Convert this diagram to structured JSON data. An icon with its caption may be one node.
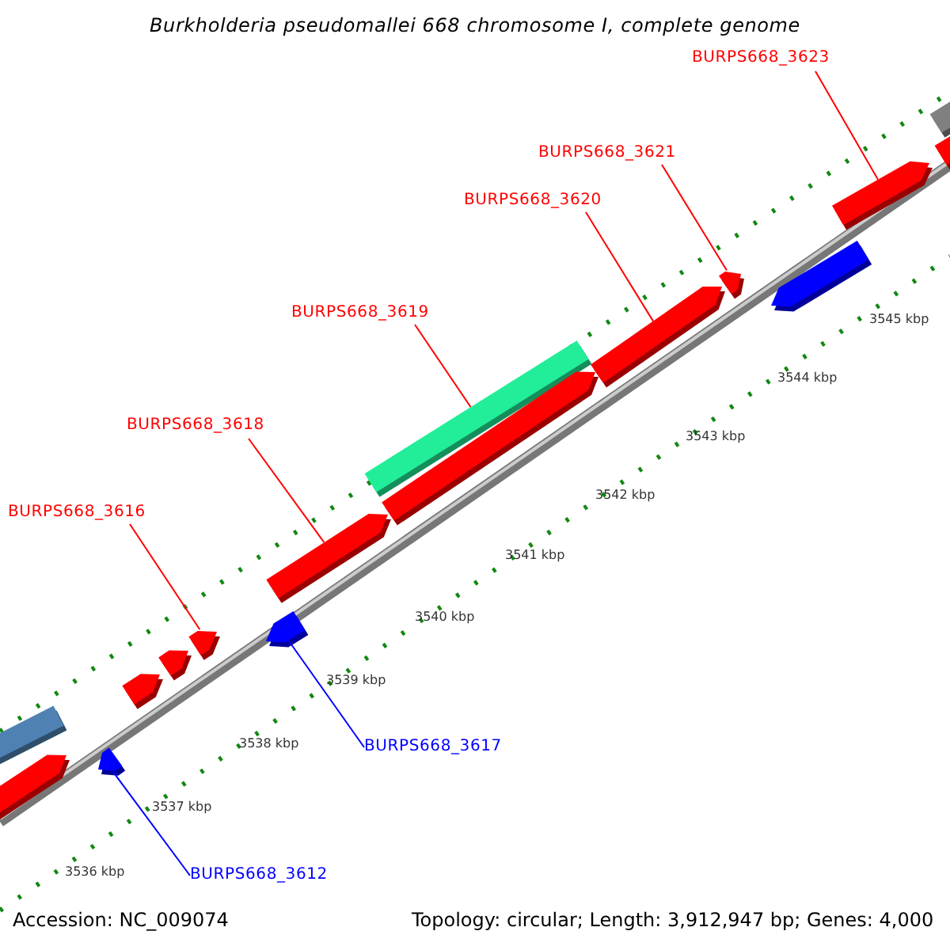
{
  "diagram": {
    "title": "Burkholderia pseudomallei 668 chromosome I, complete genome",
    "nodes": [
      {
        "text": [
          "BURPS668_3623"
        ]
      },
      {
        "text": [
          "BURPS668_3621"
        ]
      },
      {
        "text": [
          "BURPS668_3620"
        ]
      },
      {
        "text": [
          "BURPS668_3619"
        ]
      },
      {
        "text": [
          "BURPS668_3618"
        ]
      },
      {
        "text": [
          "BURPS668_3616"
        ]
      },
      {
        "text": [
          "BURPS668_3617"
        ]
      },
      {
        "text": [
          "BURPS668_3612"
        ]
      },
      {
        "text": [],
        "shape": "arrow"
      },
      {
        "text": [],
        "shape": "bar"
      },
      {
        "text": [],
        "shape": "arrow"
      },
      {
        "text": [],
        "shape": "arrow"
      },
      {
        "text": [],
        "shape": "arrow"
      },
      {
        "text": [],
        "shape": "arrow"
      },
      {
        "text": [],
        "shape": "arrow"
      },
      {
        "text": [],
        "shape": "arrow"
      },
      {
        "text": [],
        "shape": "bar"
      },
      {
        "text": [],
        "shape": "arrow"
      },
      {
        "text": [],
        "shape": "arrow"
      },
      {
        "text": [],
        "shape": "arrow"
      },
      {
        "text": [],
        "shape": "arrow"
      },
      {
        "text": [],
        "shape": "arrow"
      },
      {
        "text": [],
        "shape": "bar"
      },
      {
        "text": [],
        "shape": "arrow"
      }
    ],
    "edges": [
      {
        "from": 0,
        "to": 21,
        "arrow": "none"
      },
      {
        "from": 1,
        "to": 19,
        "arrow": "none"
      },
      {
        "from": 2,
        "to": 18,
        "arrow": "none"
      },
      {
        "from": 3,
        "to": 16,
        "arrow": "none"
      },
      {
        "from": 4,
        "to": 15,
        "arrow": "none"
      },
      {
        "from": 5,
        "to": 13,
        "arrow": "none"
      },
      {
        "from": 6,
        "to": 14,
        "arrow": "none",
        "color": "#0000ff"
      },
      {
        "from": 7,
        "to": 10,
        "arrow": "none",
        "color": "#0000ff"
      }
    ],
    "labels": [
      "3545 kbp",
      "3544 kbp",
      "3543 kbp",
      "3542 kbp",
      "3541 kbp",
      "3540 kbp",
      "3539 kbp",
      "3538 kbp",
      "3537 kbp",
      "3536 kbp",
      "Accession: NC_009074",
      "Topology: circular; Length: 3,912,947 bp; Genes: 4,000"
    ]
  }
}
